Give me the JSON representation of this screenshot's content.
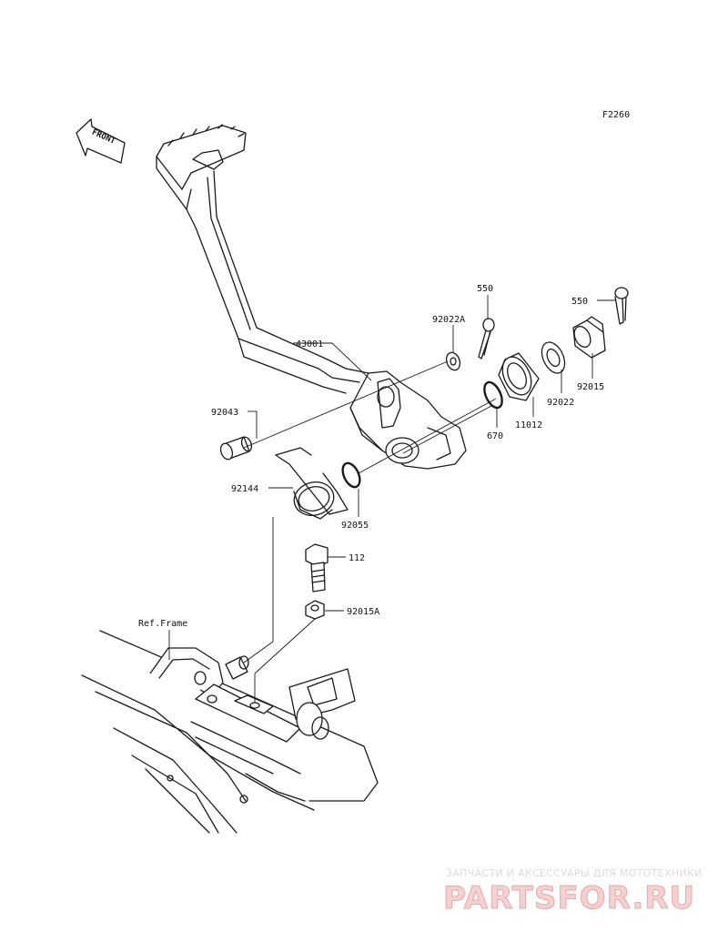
{
  "diagram_code": "F2260",
  "front_arrow_label": "FRONT",
  "frame_ref_label": "Ref.Frame",
  "parts": {
    "p43001": "43001",
    "p92043": "92043",
    "p92144": "92144",
    "p92055": "92055",
    "p112": "112",
    "p92015A": "92015A",
    "p92022A": "92022A",
    "p550a": "550",
    "p550b": "550",
    "p670": "670",
    "p11012": "11012",
    "p92022": "92022",
    "p92015": "92015"
  },
  "watermark": {
    "subtitle": "ЗАПЧАСТИ И АКСЕССУАРЫ ДЛЯ МОТОТЕХНИКИ",
    "brand": "PARTSFOR.RU",
    "brand_color": "#e7a9a9"
  }
}
